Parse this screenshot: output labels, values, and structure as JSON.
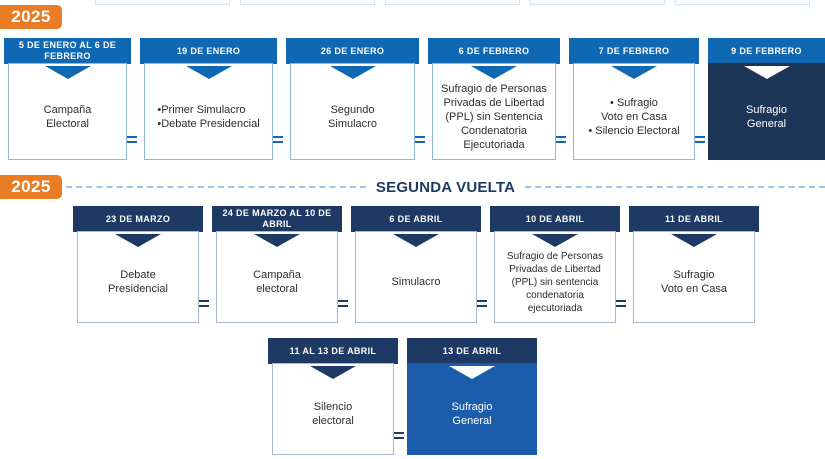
{
  "meta": {
    "colors": {
      "year_badge": "#e87d26",
      "row1_header": "#1068b3",
      "row1_highlight_body": "#1d3557",
      "row2_header": "#1e3a64",
      "row3_highlight_body": "#1b5cab",
      "dashed_line": "#9fc6e8",
      "body_text": "#2d2d2d"
    }
  },
  "sections": [
    {
      "year": "2025",
      "title": "",
      "cards": [
        {
          "date": "5 DE ENERO\nAL 6 DE FEBRERO",
          "text": "Campaña\nElectoral",
          "theme": "t-blue",
          "bullets": false
        },
        {
          "date": "19 DE ENERO",
          "text": "•Primer Simulacro\n•Debate Presidencial",
          "theme": "t-blue",
          "bullets": true
        },
        {
          "date": "26 DE ENERO",
          "text": "Segundo\nSimulacro",
          "theme": "t-blue",
          "bullets": false
        },
        {
          "date": "6 DE FEBRERO",
          "text": "Sufragio de Personas\nPrivadas de Libertad\n(PPL) sin Sentencia\nCondenatoria\nEjecutoriada",
          "theme": "t-blue",
          "bullets": false
        },
        {
          "date": "7 DE FEBRERO",
          "text": "• Sufragio\nVoto en Casa\n• Silencio Electoral",
          "theme": "t-blue",
          "bullets": false
        },
        {
          "date": "9 DE FEBRERO",
          "text": "Sufragio\nGeneral",
          "theme": "t-blue-solid",
          "bullets": false
        }
      ]
    },
    {
      "year": "2025",
      "title": "SEGUNDA VUELTA",
      "cards": [
        {
          "date": "23 DE MARZO",
          "text": "Debate\nPresidencial",
          "theme": "t-navy",
          "bullets": false
        },
        {
          "date": "24 DE MARZO\nAL 10 DE ABRIL",
          "text": "Campaña\nelectoral",
          "theme": "t-navy",
          "bullets": false
        },
        {
          "date": "6 DE ABRIL",
          "text": "Simulacro",
          "theme": "t-navy",
          "bullets": false
        },
        {
          "date": "10 DE ABRIL",
          "text": "Sufragio de Personas\nPrivadas de Libertad\n(PPL) sin sentencia\ncondenatoria\nejecutoriada",
          "theme": "t-navy",
          "bullets": false
        },
        {
          "date": "11 DE ABRIL",
          "text": "Sufragio\nVoto en Casa",
          "theme": "t-navy",
          "bullets": false
        }
      ]
    },
    {
      "year": "",
      "title": "",
      "cards": [
        {
          "date": "11 AL 13 DE ABRIL",
          "text": "Silencio\nelectoral",
          "theme": "t-navy",
          "bullets": false
        },
        {
          "date": "13 DE ABRIL",
          "text": "Sufragio\nGeneral",
          "theme": "t-navy-solid",
          "bullets": false
        }
      ]
    }
  ]
}
